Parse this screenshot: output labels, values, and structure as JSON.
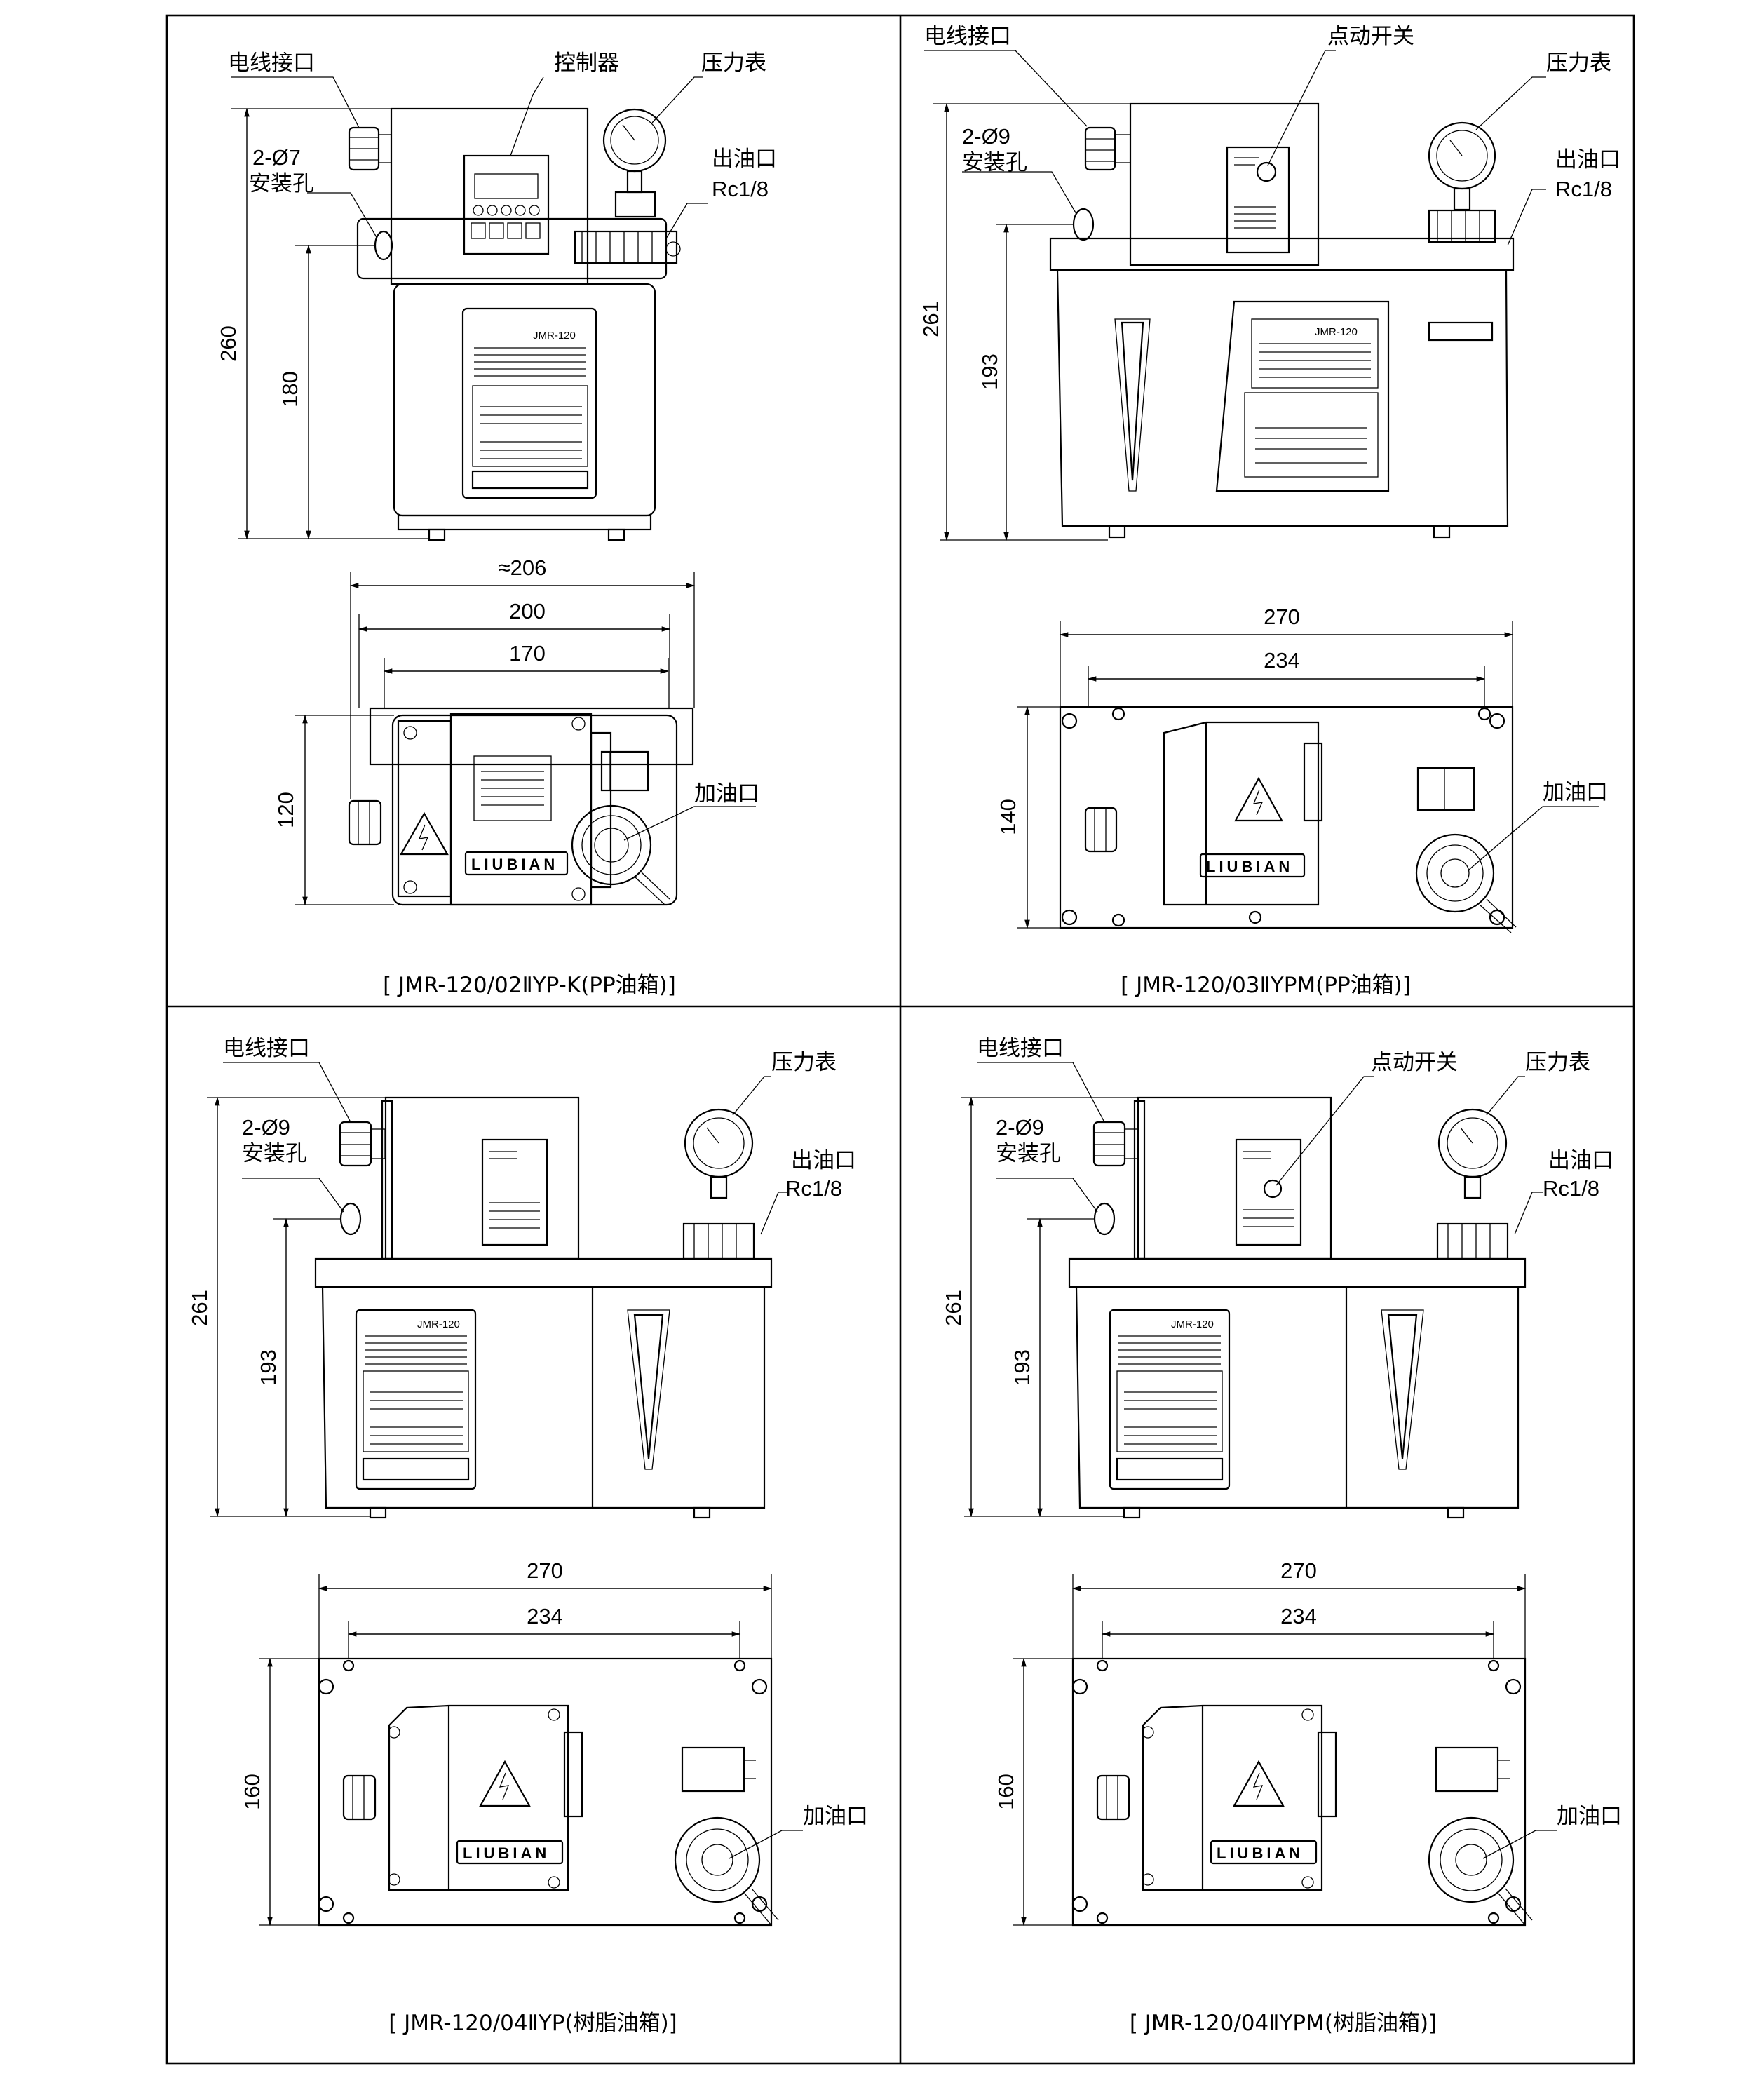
{
  "panels": [
    {
      "caption": "[ JMR-120/02ⅡYP-K(PP油箱)]",
      "labels": {
        "wire_port": "电线接口",
        "controller": "控制器",
        "pressure_gauge": "压力表",
        "mount_hole_spec": "2-Ø7",
        "mount_hole": "安装孔",
        "oil_outlet": "出油口",
        "outlet_thread": "Rc1/8",
        "oil_inlet": "加油口"
      },
      "dimensions": {
        "height_total": "260",
        "height_mount": "180",
        "width_total": "≈206",
        "width_base": "200",
        "width_holes": "170",
        "depth": "120"
      },
      "nameplate": {
        "model": "JMR-120",
        "brand": "LIUBIAN"
      }
    },
    {
      "caption": "[ JMR-120/03ⅡYPM(PP油箱)]",
      "labels": {
        "wire_port": "电线接口",
        "jog_switch": "点动开关",
        "pressure_gauge": "压力表",
        "mount_hole_spec": "2-Ø9",
        "mount_hole": "安装孔",
        "oil_outlet": "出油口",
        "outlet_thread": "Rc1/8",
        "oil_inlet": "加油口"
      },
      "dimensions": {
        "height_total": "261",
        "height_mount": "193",
        "width_total": "270",
        "width_holes": "234",
        "depth": "140"
      },
      "nameplate": {
        "model": "JMR-120",
        "brand": "LIUBIAN"
      }
    },
    {
      "caption": "[ JMR-120/04ⅡYP(树脂油箱)]",
      "labels": {
        "wire_port": "电线接口",
        "pressure_gauge": "压力表",
        "mount_hole_spec": "2-Ø9",
        "mount_hole": "安装孔",
        "oil_outlet": "出油口",
        "outlet_thread": "Rc1/8",
        "oil_inlet": "加油口"
      },
      "dimensions": {
        "height_total": "261",
        "height_mount": "193",
        "width_total": "270",
        "width_holes": "234",
        "depth": "160"
      },
      "nameplate": {
        "model": "JMR-120",
        "brand": "LIUBIAN"
      }
    },
    {
      "caption": "[ JMR-120/04ⅡYPM(树脂油箱)]",
      "labels": {
        "wire_port": "电线接口",
        "jog_switch": "点动开关",
        "pressure_gauge": "压力表",
        "mount_hole_spec": "2-Ø9",
        "mount_hole": "安装孔",
        "oil_outlet": "出油口",
        "outlet_thread": "Rc1/8",
        "oil_inlet": "加油口"
      },
      "dimensions": {
        "height_total": "261",
        "height_mount": "193",
        "width_total": "270",
        "width_holes": "234",
        "depth": "160"
      },
      "nameplate": {
        "model": "JMR-120",
        "brand": "LIUBIAN"
      }
    }
  ]
}
